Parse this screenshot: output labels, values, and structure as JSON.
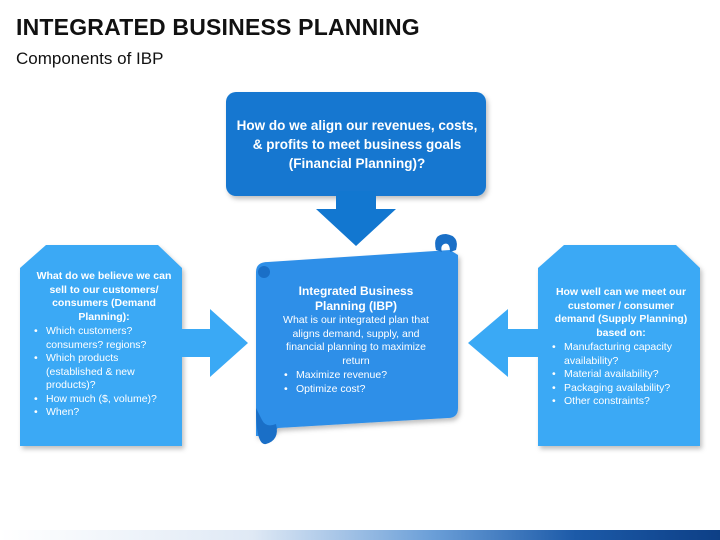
{
  "title": "INTEGRATED BUSINESS PLANNING",
  "subtitle": "Components of IBP",
  "colors": {
    "dark_blue": "#1277d0",
    "mid_blue": "#2f8fe8",
    "light_blue": "#3aa9f5",
    "scroll_curl": "#1a6fc7"
  },
  "top_box": {
    "text": "How do we align our revenues, costs, & profits to meet business goals (Financial Planning)?"
  },
  "center_box": {
    "heading": "Integrated Business Planning (IBP)",
    "intro": "What is our integrated plan that aligns demand, supply, and financial planning to maximize return",
    "bullets": [
      "Maximize revenue?",
      "Optimize cost?"
    ]
  },
  "left_box": {
    "heading": "What do we believe we can sell to our customers/ consumers (Demand Planning):",
    "bullets": [
      "Which customers? consumers? regions?",
      "Which products (established & new products)?",
      "How much ($, volume)?",
      "When?"
    ]
  },
  "right_box": {
    "heading": "How well can we meet our customer / consumer demand (Supply Planning) based on:",
    "bullets": [
      "Manufacturing capacity availability?",
      "Material availability?",
      "Packaging availability?",
      "Other constraints?"
    ]
  }
}
